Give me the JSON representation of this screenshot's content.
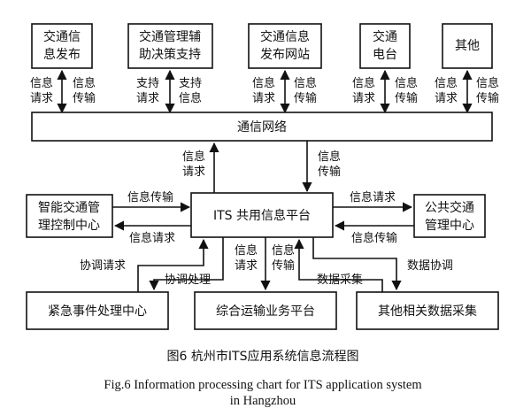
{
  "nodes": {
    "traffic_info_release": [
      "交通信",
      "息发布"
    ],
    "traffic_mgmt_decision": [
      "交通管理辅",
      "助决策支持"
    ],
    "traffic_info_website": [
      "交通信息",
      "发布网站"
    ],
    "traffic_radio": [
      "交通",
      "电台"
    ],
    "others": [
      "其他"
    ],
    "comm_network": "通信网络",
    "smart_traffic_control": [
      "智能交通管",
      "理控制中心"
    ],
    "its_platform": "ITS 共用信息平台",
    "public_transport_mgmt": [
      "公共交通",
      "管理中心"
    ],
    "emergency_center": "紧急事件处理中心",
    "transport_business": "综合运输业务平台",
    "other_data_collection": "其他相关数据采集"
  },
  "labels": {
    "info_request": [
      "信息",
      "请求"
    ],
    "info_transfer": [
      "信息",
      "传输"
    ],
    "support_request": [
      "支持",
      "请求"
    ],
    "support_info": [
      "支持",
      "信息"
    ],
    "info_transfer_h": "信息传输",
    "info_request_h": "信息请求",
    "coord_request": "协调请求",
    "coord_process": "协调处理",
    "data_collect": "数据采集",
    "data_coord": "数据协调"
  },
  "caption": {
    "cn": "图6 杭州市ITS应用系统信息流程图",
    "en": [
      "Fig.6 Information processing chart for ITS application system",
      "in Hangzhou"
    ]
  }
}
